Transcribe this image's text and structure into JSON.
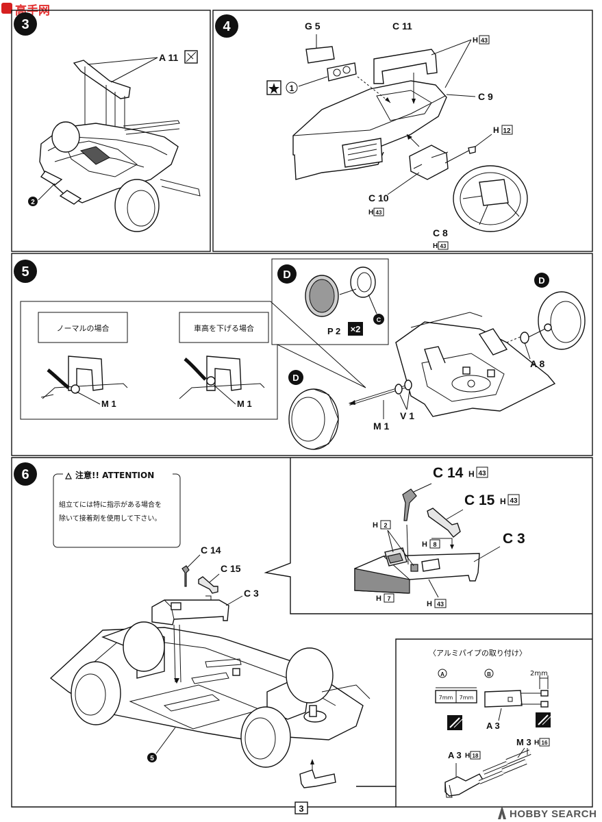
{
  "watermark_top": "高手网",
  "page_number": "3",
  "footer_brand": "HOBBY SEARCH",
  "step3": {
    "number": "3",
    "part_a11": "A 11",
    "ref_2": "2"
  },
  "step4": {
    "number": "4",
    "g5": "G 5",
    "c11": "C 11",
    "h43_top": "H",
    "h43_top_num": "43",
    "c9": "C 9",
    "decal_1": "1",
    "h12": "H",
    "h12_num": "12",
    "c10": "C 10",
    "c10_h": "H",
    "c10_hnum": "43",
    "c8": "C 8",
    "c8_h": "H",
    "c8_hnum": "43"
  },
  "step5": {
    "number": "5",
    "normal_case": "ノーマルの場合",
    "lowered_case": "車高を下げる場合",
    "m1_a": "M 1",
    "m1_b": "M 1",
    "m1_c": "M 1",
    "v1": "V 1",
    "a8": "A 8",
    "d_box": "D",
    "p2": "P 2",
    "x2": "×2",
    "c_mark": "C",
    "d_left": "D",
    "d_right": "D"
  },
  "step6": {
    "number": "6",
    "attention_title": "注意!! ATTENTION",
    "attention_line1": "組立てには特に指示がある場合を",
    "attention_line2": "除いて接着剤を使用して下さい。",
    "c14": "C 14",
    "c15": "C 15",
    "c3": "C 3",
    "ref_5": "5",
    "zoom_c14": "C 14",
    "zoom_c14_h": "H",
    "zoom_c14_hnum": "43",
    "zoom_c15": "C 15",
    "zoom_c15_h": "H",
    "zoom_c15_hnum": "43",
    "zoom_c3": "C 3",
    "zoom_h2": "H",
    "zoom_h2_num": "2",
    "zoom_h8": "H",
    "zoom_h8_num": "8",
    "zoom_h7": "H",
    "zoom_h7_num": "7",
    "zoom_h43": "H",
    "zoom_h43_num": "43",
    "pipe_title": "〈アルミパイプの取り付け〉",
    "pipe_a": "A",
    "pipe_b": "B",
    "pipe_7mm_left": "7mm",
    "pipe_7mm_right": "7mm",
    "pipe_2mm": "2mm",
    "pipe_a3": "A 3",
    "pipe_a3_h": "A 3",
    "pipe_a3_hh": "H",
    "pipe_a3_hnum": "18",
    "pipe_m3": "M 3",
    "pipe_m3_h": "H",
    "pipe_m3_hnum": "16"
  }
}
